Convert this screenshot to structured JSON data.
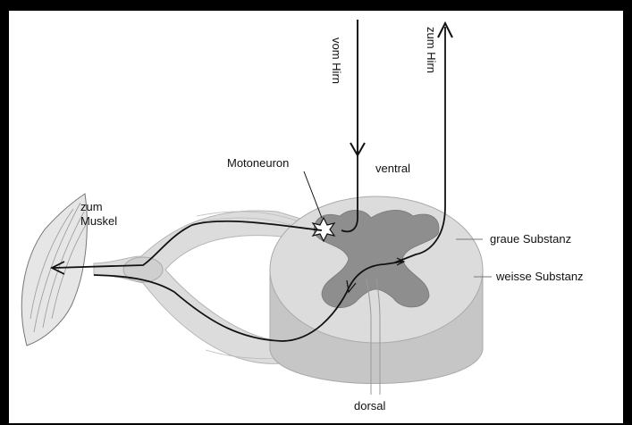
{
  "labels": {
    "vom_hirn": "vom Hirn",
    "zum_hirn": "zum Hirn",
    "motoneuron": "Motoneuron",
    "ventral": "ventral",
    "zum_muskel_1": "zum",
    "zum_muskel_2": "Muskel",
    "graue_substanz": "graue Substanz",
    "weisse_substanz": "weisse Substanz",
    "dorsal": "dorsal"
  },
  "colors": {
    "frame": "#000000",
    "background": "#ffffff",
    "white_matter": "#d9d9d9",
    "white_matter_side": "#c4c4c4",
    "gray_matter": "#8a8a8a",
    "nerve": "#cfcfcf",
    "line": "#111111"
  }
}
